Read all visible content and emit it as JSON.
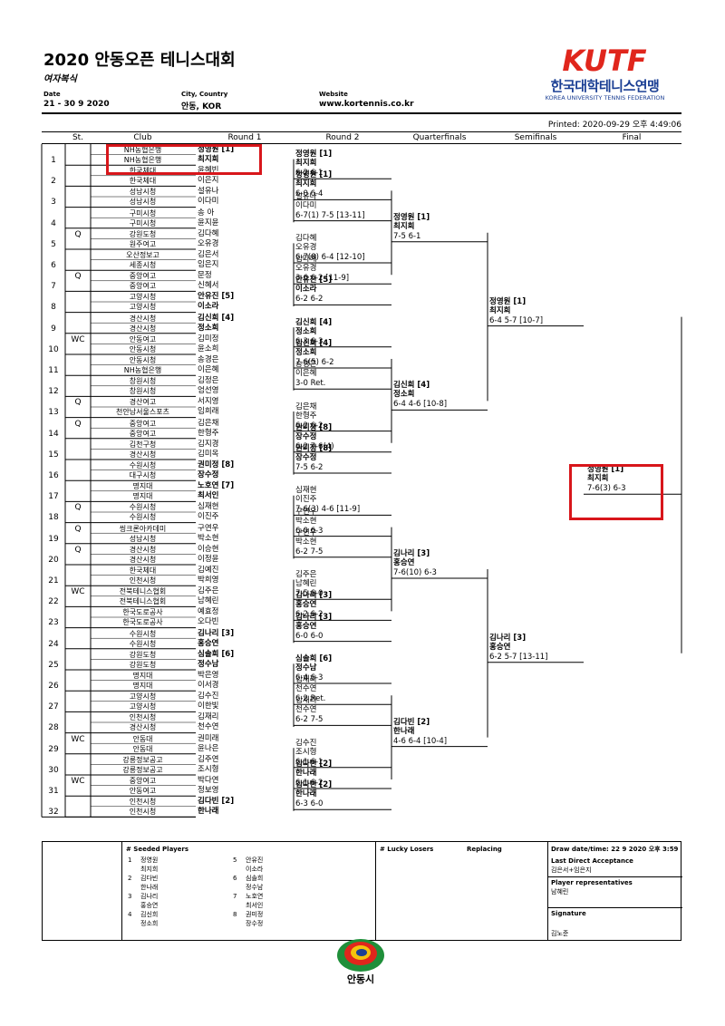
{
  "header": {
    "title": "2020 안동오픈 테니스대회",
    "subtitle": "여자복식",
    "date_label": "Date",
    "date_value": "21 - 30 9 2020",
    "city_label": "City, Country",
    "city_value": "안동, KOR",
    "website_label": "Website",
    "website_value": "www.kortennis.co.kr",
    "printed": "Printed: 2020-09-29 오후 4:49:06"
  },
  "logo": {
    "mark": "KUTF",
    "korean": "한국대학테니스연맹",
    "english": "KOREA UNIVERSITY TENNIS FEDERATION"
  },
  "columns": [
    "St.",
    "Club",
    "Round 1",
    "Round 2",
    "Quarterfinals",
    "Semifinals",
    "Final"
  ],
  "players": [
    {
      "pos": "1",
      "st": "",
      "a_name": "정영원 [1]",
      "a_club": "NH농협은행",
      "b_name": "최지희",
      "b_club": "NH농협은행"
    },
    {
      "pos": "2",
      "st": "",
      "a_name": "윤혜빈",
      "a_club": "한국체대",
      "b_name": "이은지",
      "b_club": "한국체대"
    },
    {
      "pos": "3",
      "st": "",
      "a_name": "설유나",
      "a_club": "성남시청",
      "b_name": "이다미",
      "b_club": "성남시청"
    },
    {
      "pos": "4",
      "st": "",
      "a_name": "송 아",
      "a_club": "구미시청",
      "b_name": "윤지윤",
      "b_club": "구미시청"
    },
    {
      "pos": "5",
      "st": "Q",
      "a_name": "김다혜",
      "a_club": "강원도청",
      "b_name": "오유경",
      "b_club": "원주여고"
    },
    {
      "pos": "6",
      "st": "",
      "a_name": "김은서",
      "a_club": "오산정보고",
      "b_name": "임은지",
      "b_club": "세종시청"
    },
    {
      "pos": "7",
      "st": "Q",
      "a_name": "문정",
      "a_club": "중앙여고",
      "b_name": "신혜서",
      "b_club": "중앙여고"
    },
    {
      "pos": "8",
      "st": "",
      "a_name": "안유진 [5]",
      "a_club": "고양시청",
      "b_name": "이소라",
      "b_club": "고양시청"
    },
    {
      "pos": "9",
      "st": "",
      "a_name": "김신희 [4]",
      "a_club": "경산시청",
      "b_name": "정소희",
      "b_club": "경산시청"
    },
    {
      "pos": "10",
      "st": "WC",
      "a_name": "김미정",
      "a_club": "안동여고",
      "b_name": "윤소희",
      "b_club": "안동시청"
    },
    {
      "pos": "11",
      "st": "",
      "a_name": "송경은",
      "a_club": "안동시청",
      "b_name": "이은혜",
      "b_club": "NH농협은행"
    },
    {
      "pos": "12",
      "st": "",
      "a_name": "김정은",
      "a_club": "창원시청",
      "b_name": "엄선영",
      "b_club": "창원시청"
    },
    {
      "pos": "13",
      "st": "Q",
      "a_name": "서지영",
      "a_club": "경산여고",
      "b_name": "임희래",
      "b_club": "천안남서울스포츠"
    },
    {
      "pos": "14",
      "st": "Q",
      "a_name": "김은채",
      "a_club": "중앙여고",
      "b_name": "한형주",
      "b_club": "중앙여고"
    },
    {
      "pos": "15",
      "st": "",
      "a_name": "김지경",
      "a_club": "김천구청",
      "b_name": "김미옥",
      "b_club": "경산시청"
    },
    {
      "pos": "16",
      "st": "",
      "a_name": "권미정 [8]",
      "a_club": "수원시청",
      "b_name": "장수정",
      "b_club": "대구시청"
    },
    {
      "pos": "17",
      "st": "",
      "a_name": "노호연 [7]",
      "a_club": "명지대",
      "b_name": "최서인",
      "b_club": "명지대"
    },
    {
      "pos": "18",
      "st": "Q",
      "a_name": "심재현",
      "a_club": "수원시청",
      "b_name": "이진주",
      "b_club": "수원시청"
    },
    {
      "pos": "19",
      "st": "Q",
      "a_name": "구연우",
      "a_club": "씽크론아카데미",
      "b_name": "박소현",
      "b_club": "성남시청"
    },
    {
      "pos": "20",
      "st": "Q",
      "a_name": "이승현",
      "a_club": "경산시청",
      "b_name": "이정윤",
      "b_club": "경산시청"
    },
    {
      "pos": "21",
      "st": "",
      "a_name": "김예진",
      "a_club": "한국체대",
      "b_name": "박희영",
      "b_club": "인천시청"
    },
    {
      "pos": "22",
      "st": "WC",
      "a_name": "김주은",
      "a_club": "전북테니스협회",
      "b_name": "남혜린",
      "b_club": "전북테니스협회"
    },
    {
      "pos": "23",
      "st": "",
      "a_name": "예효정",
      "a_club": "한국도로공사",
      "b_name": "오다빈",
      "b_club": "한국도로공사"
    },
    {
      "pos": "24",
      "st": "",
      "a_name": "김나리 [3]",
      "a_club": "수원시청",
      "b_name": "홍승연",
      "b_club": "수원시청"
    },
    {
      "pos": "25",
      "st": "",
      "a_name": "심솔희 [6]",
      "a_club": "강원도청",
      "b_name": "정수남",
      "b_club": "강원도청"
    },
    {
      "pos": "26",
      "st": "",
      "a_name": "박은영",
      "a_club": "명지대",
      "b_name": "이서경",
      "b_club": "명지대"
    },
    {
      "pos": "27",
      "st": "",
      "a_name": "김수진",
      "a_club": "고양시청",
      "b_name": "이한빛",
      "b_club": "고양시청"
    },
    {
      "pos": "28",
      "st": "",
      "a_name": "김재리",
      "a_club": "인천시청",
      "b_name": "천수연",
      "b_club": "경산시청"
    },
    {
      "pos": "29",
      "st": "WC",
      "a_name": "권미래",
      "a_club": "안동대",
      "b_name": "윤나은",
      "b_club": "안동대"
    },
    {
      "pos": "30",
      "st": "",
      "a_name": "김주연",
      "a_club": "강릉정보공고",
      "b_name": "조시형",
      "b_club": "강릉정보공고"
    },
    {
      "pos": "31",
      "st": "WC",
      "a_name": "박다연",
      "a_club": "중앙여고",
      "b_name": "정보영",
      "b_club": "안동여고"
    },
    {
      "pos": "32",
      "st": "",
      "a_name": "김다빈 [2]",
      "a_club": "인천시청",
      "b_name": "한나래",
      "b_club": "인천시청"
    }
  ],
  "round2": [
    {
      "a": "정영원 [1]",
      "b": "최지희",
      "score": "6-2 6-1",
      "bold": true
    },
    {
      "a": "설유나",
      "b": "이다미",
      "score": "6-7(1) 7-5 [13-11]",
      "bold": false
    },
    {
      "a": "김다혜",
      "b": "오유경",
      "score": "6-7(8) 6-4 [12-10]",
      "bold": false
    },
    {
      "a": "안유진 [5]",
      "b": "이소라",
      "score": "6-2 6-2",
      "bold": true
    },
    {
      "a": "김신희 [4]",
      "b": "정소희",
      "score": "6-3 6-3",
      "bold": true
    },
    {
      "a": "송경은",
      "b": "이은혜",
      "score": "3-0 Ret.",
      "bold": false
    },
    {
      "a": "김은채",
      "b": "한형주",
      "score": "6-2 6-2",
      "bold": false
    },
    {
      "a": "권미정 [8]",
      "b": "장수정",
      "score": "7-5 6-2",
      "bold": true
    },
    {
      "a": "심재현",
      "b": "이진주",
      "score": "7-6(3) 4-6 [11-9]",
      "bold": false
    },
    {
      "a": "구연우",
      "b": "박소현",
      "score": "6-2 7-5",
      "bold": false
    },
    {
      "a": "김주은",
      "b": "남혜린",
      "score": "7-5 6-0",
      "bold": false
    },
    {
      "a": "김나리 [3]",
      "b": "홍승연",
      "score": "6-0 6-0",
      "bold": true
    },
    {
      "a": "심솔희 [6]",
      "b": "정수남",
      "score": "6-4 6-3",
      "bold": true
    },
    {
      "a": "김재리",
      "b": "천수연",
      "score": "6-2 7-5",
      "bold": false
    },
    {
      "a": "김수진",
      "b": "조시형",
      "score": "6-1 6-1",
      "bold": false
    },
    {
      "a": "김다빈 [2]",
      "b": "한나래",
      "score": "6-3 6-0",
      "bold": true
    }
  ],
  "quarterfinals": [
    {
      "a": "정영원 [1]",
      "b": "최지희",
      "score": "6-0 6-4",
      "bold": true
    },
    {
      "a": "김다혜",
      "b": "오유경",
      "score": "3-6 6-2 [11-9]",
      "bold": false
    },
    {
      "a": "김신희 [4]",
      "b": "정소희",
      "score": "7-6(5) 6-2",
      "bold": true
    },
    {
      "a": "권미정 [8]",
      "b": "장수정",
      "score": "6-2 7-6(4)",
      "bold": true
    },
    {
      "a": "구연우",
      "b": "박소현",
      "score": "6-0 6-3",
      "bold": false
    },
    {
      "a": "김나리 [3]",
      "b": "홍승연",
      "score": "6-2 6-2",
      "bold": true
    },
    {
      "a": "김재리",
      "b": "천수연",
      "score": "6-2 Ret.",
      "bold": false
    },
    {
      "a": "김다빈 [2]",
      "b": "한나래",
      "score": "6-1 6-2",
      "bold": true
    }
  ],
  "semifinals": [
    {
      "a": "정영원 [1]",
      "b": "최지희",
      "score": "7-5 6-1",
      "bold": true
    },
    {
      "a": "김신희 [4]",
      "b": "정소희",
      "score": "6-4 4-6 [10-8]",
      "bold": true
    },
    {
      "a": "김나리 [3]",
      "b": "홍승연",
      "score": "7-6(10) 6-3",
      "bold": true
    },
    {
      "a": "김다빈 [2]",
      "b": "한나래",
      "score": "4-6 6-4 [10-4]",
      "bold": true
    }
  ],
  "final": [
    {
      "a": "정영원 [1]",
      "b": "최지희",
      "score": "6-4 5-7 [10-7]",
      "bold": true
    },
    {
      "a": "김나리 [3]",
      "b": "홍승연",
      "score": "6-2 5-7 [13-11]",
      "bold": true
    }
  ],
  "champion": {
    "a": "정영원 [1]",
    "b": "최지희",
    "score": "7-6(3) 6-3"
  },
  "footer": {
    "seeded_title": "# Seeded Players",
    "seeds_left": [
      {
        "n": "1",
        "a": "정영원",
        "b": "최지희"
      },
      {
        "n": "2",
        "a": "김다빈",
        "b": "한나래"
      },
      {
        "n": "3",
        "a": "김나리",
        "b": "홍승연"
      },
      {
        "n": "4",
        "a": "김신희",
        "b": "정소희"
      }
    ],
    "seeds_right": [
      {
        "n": "5",
        "a": "안유진",
        "b": "이소라"
      },
      {
        "n": "6",
        "a": "심솔희",
        "b": "정수남"
      },
      {
        "n": "7",
        "a": "노호연",
        "b": "최서인"
      },
      {
        "n": "8",
        "a": "권미정",
        "b": "장수정"
      }
    ],
    "lucky_losers": "# Lucky Losers",
    "replacing": "Replacing",
    "draw_datetime": "Draw date/time: 22 9 2020 오후 3:59",
    "last_direct_label": "Last Direct Acceptance",
    "last_direct_value": "김은서+임은지",
    "reps_label": "Player representatives",
    "reps_value": "남혜린",
    "signature_label": "Signature",
    "signature_value": "김노준"
  },
  "city_name": "안동시",
  "colors": {
    "highlight": "#d8161b",
    "brand_blue": "#1b3f94",
    "brand_red": "#e0261c"
  }
}
